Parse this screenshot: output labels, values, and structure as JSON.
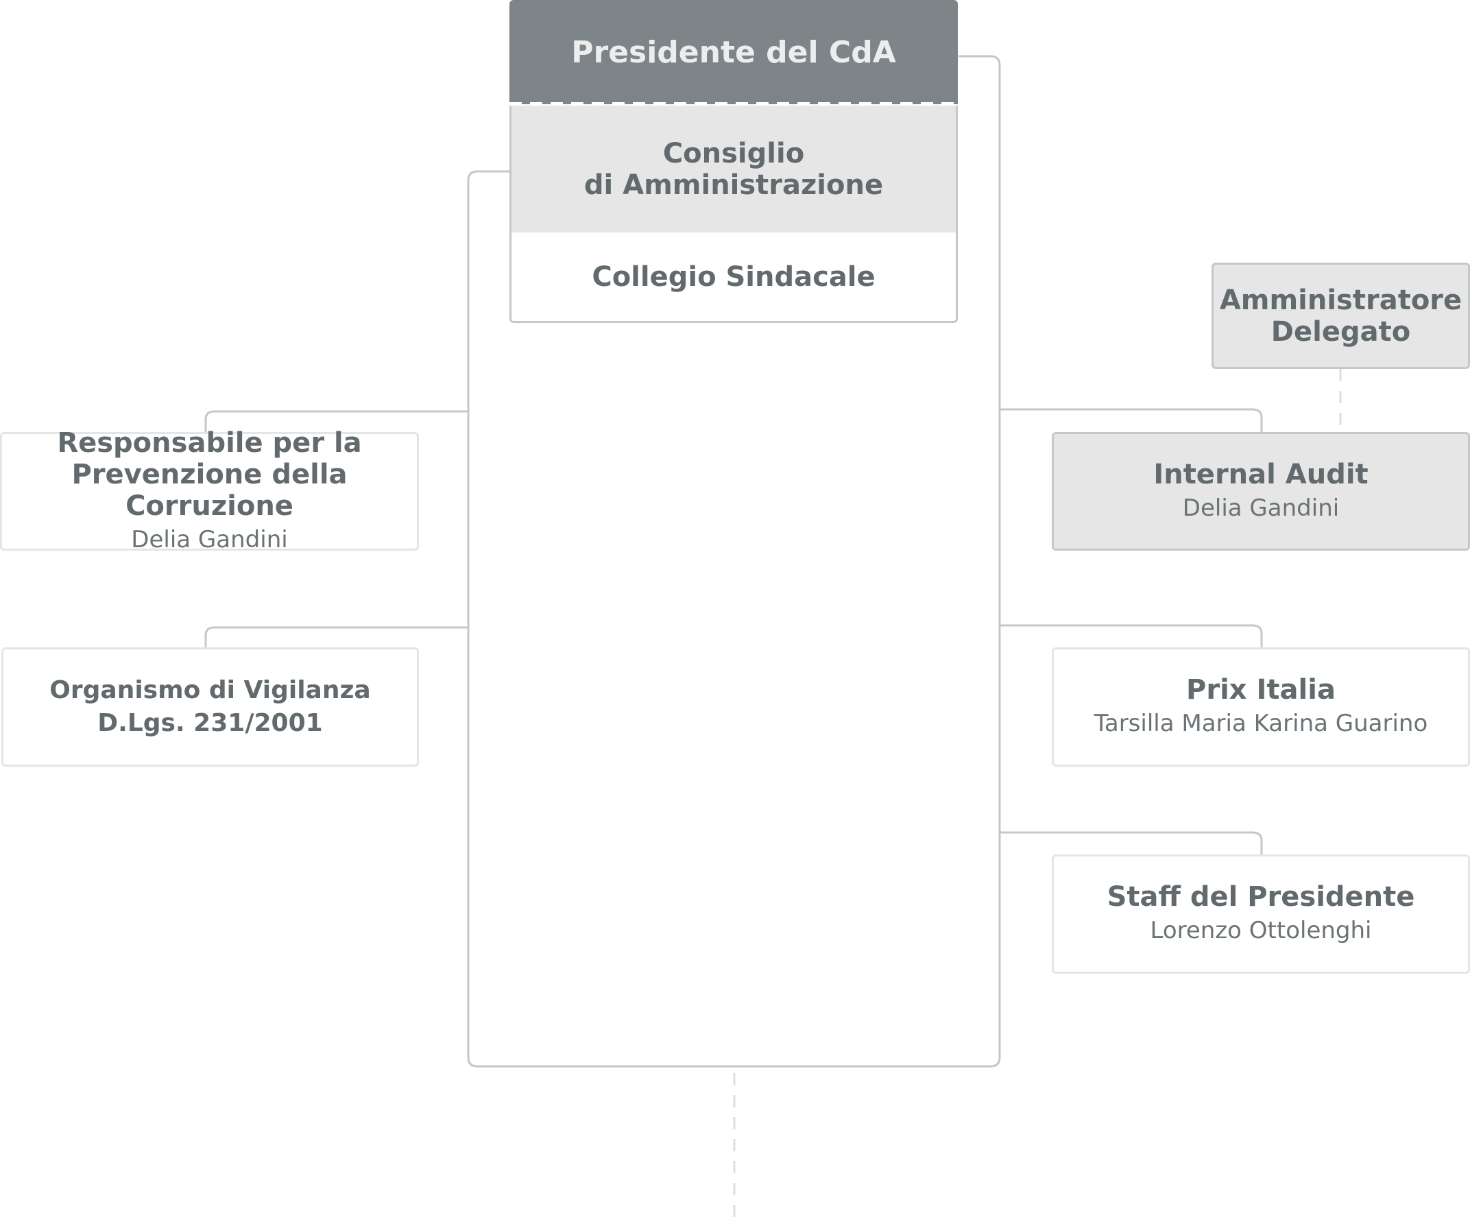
{
  "presidente": {
    "title": "Presidente del CdA"
  },
  "consiglio": {
    "title": "Consiglio\ndi Amministrazione"
  },
  "collegio": {
    "title": "Collegio Sindacale"
  },
  "amministratore": {
    "title": "Amministratore\nDelegato"
  },
  "internal_audit": {
    "title": "Internal Audit",
    "person": "Delia Gandini"
  },
  "anticorruzione": {
    "title": "Responsabile per la\nPrevenzione della Corruzione",
    "person": "Delia Gandini"
  },
  "vigilanza": {
    "title": "Organismo di Vigilanza\nD.Lgs. 231/2001"
  },
  "prix_italia": {
    "title": "Prix Italia",
    "person": "Tarsilla Maria Karina Guarino"
  },
  "staff": {
    "title": "Staff del Presidente",
    "person": "Lorenzo Ottolenghi"
  },
  "colors": {
    "connector": "#c2c9c8",
    "header": "#7d8589",
    "grey_box": "#e6e6e6",
    "text": "#626a6e"
  }
}
